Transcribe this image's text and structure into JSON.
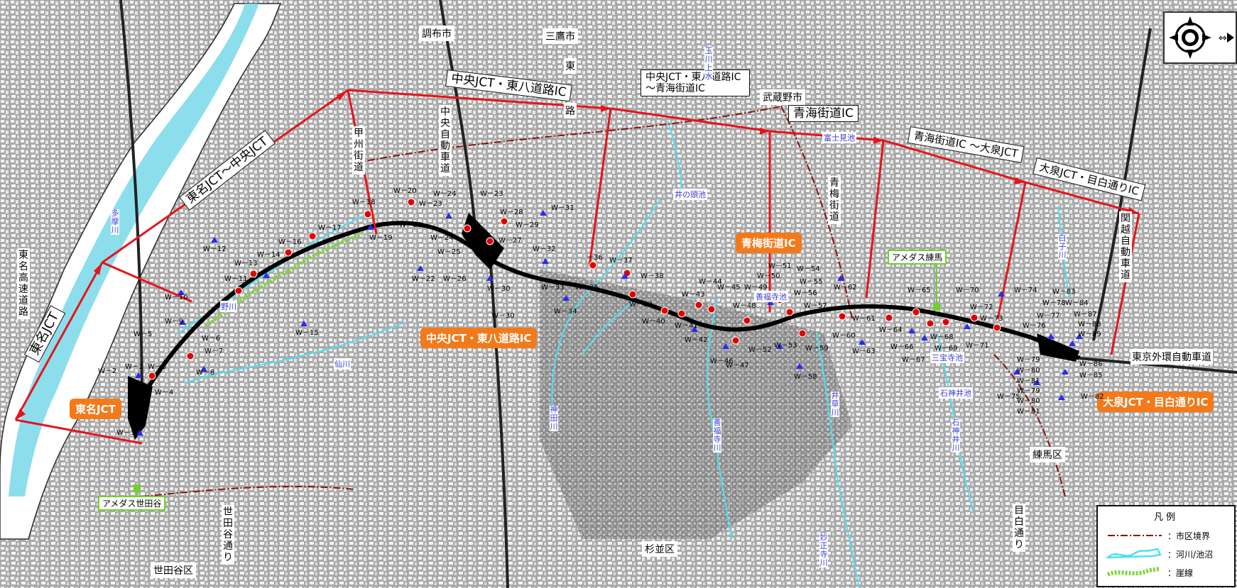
{
  "sections": [
    {
      "id": "s1",
      "label": "東名JCT"
    },
    {
      "id": "s2",
      "label": "東名JCT～中央JCT"
    },
    {
      "id": "s3",
      "label": "中央JCT・東八道路IC"
    },
    {
      "id": "s4",
      "label": "中央JCT・東八道路IC ～青海街道IC"
    },
    {
      "id": "s5",
      "label": "青海街道IC"
    },
    {
      "id": "s6",
      "label": "青海街道IC ～大泉JCT"
    },
    {
      "id": "s7",
      "label": "大泉JCT・目白通りIC"
    }
  ],
  "junctions": {
    "tomei": "東名JCT",
    "chuo": "中央JCT・東八道路IC",
    "oume": "青梅街道IC",
    "oizumi": "大泉JCT・目白通りIC"
  },
  "municipalities": {
    "chofu": "調布市",
    "mitaka": "三鷹市",
    "musashino": "武蔵野市",
    "suginami": "杉並区",
    "setagaya": "世田谷区",
    "nerima": "練馬区"
  },
  "roads": {
    "tomei_expwy": "東名高速道路",
    "chuo_expwy": "中央自動車道",
    "kanetsu": "関越自動車道",
    "gaikan": "東京外環自動車道",
    "oume_kaido": "青梅街道",
    "setagaya_dori": "世田谷通り",
    "mejiro_dori": "目白通り",
    "koshu_kaido": "甲州街道",
    "higashi": "東",
    "ro": "路"
  },
  "rivers": {
    "tamagawa": "多摩川",
    "nogawa": "野川",
    "senkawa": "仙川",
    "kandagawa": "神田川",
    "zenpukuji_river": "善福寺川",
    "myoshoji": "妙正寺川",
    "shakujii": "石神井川",
    "shirako": "白子川",
    "igusa": "井草川",
    "tamagawa_josui": "玉川上水"
  },
  "ponds": {
    "inokashira": "井の頭池",
    "zenpukuji": "善福寺池",
    "sanpoji": "三宝寺池",
    "shakujii": "石神井池",
    "fujimi": "富士見池"
  },
  "amedas": {
    "nerima": "アメダス練馬",
    "setagaya": "アメダス世田谷"
  },
  "wells": {
    "W1": "W－1",
    "W2": "W－2",
    "W3": "W－3",
    "W4": "W－4",
    "W5": "W－5",
    "W6": "W－6",
    "W7": "W－7",
    "W8": "W－8",
    "W9": "W－9",
    "W10": "W－10",
    "W11": "W－11",
    "W12": "W－12",
    "W13": "W－13",
    "W14": "W－14",
    "W15": "W－15",
    "W16": "W－16",
    "W17": "W－17",
    "W18": "W－18",
    "W19": "W－19",
    "W20": "W－20",
    "W21": "W－21",
    "W22": "W－22",
    "W23a": "W－23",
    "W23b": "W－23",
    "W24a": "W－24",
    "W24b": "W－24",
    "W25": "W－25",
    "W26": "W－26",
    "W27": "W－27",
    "W28": "W－28",
    "W29": "W－29",
    "W30a": "W－30",
    "W30b": "W－30",
    "W31": "W－31",
    "W32": "W－32",
    "W33": "W－33",
    "W34": "W－34",
    "W35": "W－35",
    "W36": "－36",
    "W37": "W－37",
    "W38": "W－38",
    "W39": "W－39",
    "W40": "W－40",
    "W41": "W－41",
    "W42": "W－42",
    "W43": "W－43",
    "W44": "W－44",
    "W45": "W－45",
    "W46": "W－46",
    "W47": "W－47",
    "W48": "W－48",
    "W49": "W－49",
    "W50": "W－50",
    "W51": "W－51",
    "W52": "W－52",
    "W53": "W－53",
    "W54": "W－54",
    "W55": "W－55",
    "W56": "W－56",
    "W57": "W－57",
    "W58": "W－58",
    "W59": "W－59",
    "W60": "W－60",
    "W61": "W－61",
    "W62": "W－62",
    "W63": "W－63",
    "W64": "W－64",
    "W65": "W－65",
    "W66": "W－66",
    "W67": "W－67",
    "W68": "W－68",
    "W69": "W－69",
    "W70": "W－70",
    "W71": "W－71",
    "W72": "W－72",
    "W73": "W－73",
    "W74": "W－74",
    "W75": "W－75",
    "W76": "W－76",
    "W77": "W－77",
    "W78": "W－78",
    "W79a": "W－79",
    "W79b": "W－79",
    "W80a": "W－80",
    "W80b": "W－80",
    "W81a": "W－81",
    "W81b": "W－81",
    "W82": "W－82",
    "W83": "W－83",
    "W84": "W－84",
    "W85": "W－85",
    "W86": "W－86",
    "W87": "W－87",
    "W88": "W－88",
    "W89": "W－89"
  },
  "legend": {
    "title": "凡例",
    "boundary": "：市区境界",
    "river": "：河川/池沼",
    "cliff": "：崖線"
  },
  "colors": {
    "accent": "#f27a1a",
    "section_arrow": "#e8131b",
    "river": "#4fe0f0",
    "cliff": "#7fd63a",
    "boundary": "#8a1010",
    "amedas": "#6fd12b",
    "marker_red": "#e00000",
    "marker_blue": "#2a2af0"
  },
  "icons": {
    "compass": "compass-icon",
    "marker_red": "red-circle-marker",
    "marker_blue": "blue-triangle-marker"
  }
}
